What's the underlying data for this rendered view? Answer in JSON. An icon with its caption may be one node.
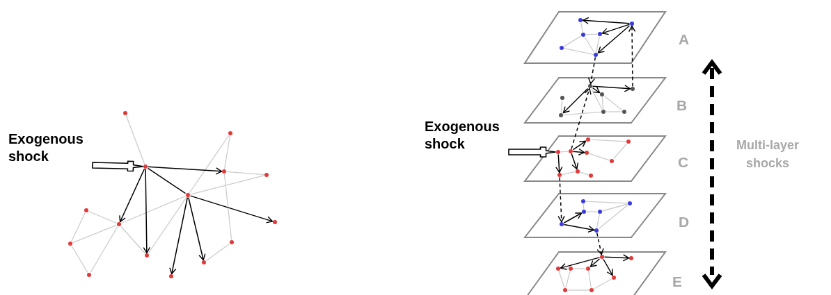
{
  "diagram": {
    "nodes": [
      {
        "text": [
          "Exogenous shock"
        ]
      },
      {
        "text": [],
        "shape": "circle"
      },
      {
        "text": [],
        "shape": "circle"
      },
      {
        "text": [],
        "shape": "circle"
      },
      {
        "text": [],
        "shape": "circle"
      },
      {
        "text": [],
        "shape": "circle"
      },
      {
        "text": [],
        "shape": "circle"
      },
      {
        "text": [],
        "shape": "circle"
      },
      {
        "text": [],
        "shape": "circle"
      },
      {
        "text": [],
        "shape": "circle"
      },
      {
        "text": [],
        "shape": "circle"
      },
      {
        "text": [],
        "shape": "circle"
      },
      {
        "text": [],
        "shape": "circle"
      },
      {
        "text": [],
        "shape": "circle"
      },
      {
        "text": [],
        "shape": "circle"
      },
      {
        "text": [],
        "shape": "circle"
      },
      {
        "text": [],
        "shape": "parallelogram",
        "beside": [
          "A"
        ]
      },
      {
        "text": [],
        "shape": "circle",
        "in": 16
      },
      {
        "text": [],
        "shape": "circle",
        "in": 16
      },
      {
        "text": [],
        "shape": "circle",
        "in": 16
      },
      {
        "text": [],
        "shape": "circle",
        "in": 16
      },
      {
        "text": [],
        "shape": "circle",
        "in": 16
      },
      {
        "text": [],
        "shape": "circle",
        "in": 16
      },
      {
        "text": [],
        "shape": "parallelogram",
        "beside": [
          "B"
        ]
      },
      {
        "text": [],
        "shape": "circle",
        "in": 23
      },
      {
        "text": [],
        "shape": "circle",
        "in": 23
      },
      {
        "text": [],
        "shape": "circle",
        "in": 23
      },
      {
        "text": [],
        "shape": "circle",
        "in": 23
      },
      {
        "text": [],
        "shape": "circle",
        "in": 23
      },
      {
        "text": [],
        "shape": "circle",
        "in": 23
      },
      {
        "text": [],
        "shape": "circle",
        "in": 23
      },
      {
        "text": [
          "Exogenous shock"
        ]
      },
      {
        "text": [],
        "shape": "parallelogram",
        "beside": [
          "C"
        ]
      },
      {
        "text": [],
        "shape": "circle",
        "in": 32
      },
      {
        "text": [],
        "shape": "circle",
        "in": 32
      },
      {
        "text": [],
        "shape": "circle",
        "in": 32
      },
      {
        "text": [],
        "shape": "circle",
        "in": 32
      },
      {
        "text": [],
        "shape": "circle",
        "in": 32
      },
      {
        "text": [],
        "shape": "circle",
        "in": 32
      },
      {
        "text": [],
        "shape": "circle",
        "in": 32
      },
      {
        "text": [],
        "shape": "circle",
        "in": 32
      },
      {
        "text": [],
        "shape": "circle",
        "in": 32
      },
      {
        "text": [],
        "shape": "parallelogram",
        "beside": [
          "D"
        ]
      },
      {
        "text": [],
        "shape": "circle",
        "in": 42
      },
      {
        "text": [],
        "shape": "circle",
        "in": 42
      },
      {
        "text": [],
        "shape": "circle",
        "in": 42
      },
      {
        "text": [],
        "shape": "circle",
        "in": 42
      },
      {
        "text": [],
        "shape": "circle",
        "in": 42
      },
      {
        "text": [],
        "shape": "circle",
        "in": 42
      },
      {
        "text": [],
        "shape": "parallelogram",
        "beside": [
          "E"
        ]
      },
      {
        "text": [],
        "shape": "circle",
        "in": 49
      },
      {
        "text": [],
        "shape": "circle",
        "in": 49
      },
      {
        "text": [],
        "shape": "circle",
        "in": 49
      },
      {
        "text": [],
        "shape": "circle",
        "in": 49
      },
      {
        "text": [],
        "shape": "circle",
        "in": 49
      },
      {
        "text": [],
        "shape": "circle",
        "in": 49
      },
      {
        "text": [],
        "shape": "circle",
        "in": 49
      },
      {
        "text": [],
        "shape": "circle",
        "in": 49
      }
    ],
    "edges": [
      {
        "from": 0,
        "to": 3,
        "arrow": "to",
        "style": "thick",
        "color": "#000000"
      },
      {
        "from": 1,
        "to": 3,
        "arrow": "none"
      },
      {
        "from": 2,
        "to": 4,
        "arrow": "none"
      },
      {
        "from": 2,
        "to": 6,
        "arrow": "none"
      },
      {
        "from": 4,
        "to": 5,
        "arrow": "none"
      },
      {
        "from": 4,
        "to": 11,
        "arrow": "none"
      },
      {
        "from": 5,
        "to": 6,
        "arrow": "none"
      },
      {
        "from": 8,
        "to": 6,
        "arrow": "none"
      },
      {
        "from": 7,
        "to": 8,
        "arrow": "none"
      },
      {
        "from": 7,
        "to": 10,
        "arrow": "none"
      },
      {
        "from": 10,
        "to": 8,
        "arrow": "none"
      },
      {
        "from": 10,
        "to": 15,
        "arrow": "none"
      },
      {
        "from": 15,
        "to": 8,
        "arrow": "none"
      },
      {
        "from": 8,
        "to": 12,
        "arrow": "none"
      },
      {
        "from": 12,
        "to": 6,
        "arrow": "none"
      },
      {
        "from": 11,
        "to": 13,
        "arrow": "none"
      },
      {
        "from": 3,
        "to": 4,
        "arrow": "to",
        "color": "#000000"
      },
      {
        "from": 3,
        "to": 8,
        "arrow": "to",
        "color": "#000000"
      },
      {
        "from": 3,
        "to": 12,
        "arrow": "to",
        "color": "#000000"
      },
      {
        "from": 3,
        "to": 6,
        "arrow": "none",
        "color": "#000000"
      },
      {
        "from": 6,
        "to": 9,
        "arrow": "to",
        "color": "#000000"
      },
      {
        "from": 6,
        "to": 14,
        "arrow": "to",
        "color": "#000000"
      },
      {
        "from": 6,
        "to": 13,
        "arrow": "to",
        "color": "#000000"
      },
      {
        "from": 31,
        "to": 33,
        "arrow": "to",
        "style": "thick",
        "color": "#000000"
      },
      {
        "from": 17,
        "to": 19,
        "arrow": "none"
      },
      {
        "from": 19,
        "to": 20,
        "arrow": "none"
      },
      {
        "from": 19,
        "to": 21,
        "arrow": "none"
      },
      {
        "from": 21,
        "to": 22,
        "arrow": "none"
      },
      {
        "from": 19,
        "to": 22,
        "arrow": "none"
      },
      {
        "from": 20,
        "to": 22,
        "arrow": "none"
      },
      {
        "from": 18,
        "to": 17,
        "arrow": "to",
        "color": "#000000"
      },
      {
        "from": 18,
        "to": 20,
        "arrow": "to",
        "color": "#000000"
      },
      {
        "from": 18,
        "to": 22,
        "arrow": "to",
        "color": "#000000"
      },
      {
        "from": 25,
        "to": 18,
        "arrow": "to",
        "style": "dashed",
        "color": "#000000"
      },
      {
        "from": 22,
        "to": 24,
        "arrow": "to",
        "style": "dashed",
        "color": "#000000"
      },
      {
        "from": 26,
        "to": 28,
        "arrow": "none"
      },
      {
        "from": 28,
        "to": 29,
        "arrow": "none"
      },
      {
        "from": 29,
        "to": 30,
        "arrow": "none"
      },
      {
        "from": 27,
        "to": 29,
        "arrow": "none"
      },
      {
        "from": 24,
        "to": 29,
        "arrow": "none"
      },
      {
        "from": 27,
        "to": 30,
        "arrow": "none"
      },
      {
        "from": 24,
        "to": 25,
        "arrow": "to",
        "color": "#000000"
      },
      {
        "from": 24,
        "to": 28,
        "arrow": "to",
        "color": "#000000"
      },
      {
        "from": 24,
        "to": 27,
        "arrow": "to",
        "color": "#000000"
      },
      {
        "from": 34,
        "to": 24,
        "arrow": "to",
        "style": "dashed",
        "color": "#000000"
      },
      {
        "from": 35,
        "to": 37,
        "arrow": "none"
      },
      {
        "from": 37,
        "to": 38,
        "arrow": "none"
      },
      {
        "from": 36,
        "to": 38,
        "arrow": "none"
      },
      {
        "from": 39,
        "to": 40,
        "arrow": "none"
      },
      {
        "from": 40,
        "to": 41,
        "arrow": "none"
      },
      {
        "from": 33,
        "to": 34,
        "arrow": "none"
      },
      {
        "from": 34,
        "to": 35,
        "arrow": "to",
        "color": "#000000"
      },
      {
        "from": 34,
        "to": 36,
        "arrow": "to",
        "color": "#000000"
      },
      {
        "from": 34,
        "to": 40,
        "arrow": "to",
        "color": "#000000"
      },
      {
        "from": 33,
        "to": 39,
        "arrow": "to",
        "color": "#000000"
      },
      {
        "from": 39,
        "to": 43,
        "arrow": "to",
        "style": "dashed",
        "color": "#000000"
      },
      {
        "from": 44,
        "to": 45,
        "arrow": "none"
      },
      {
        "from": 44,
        "to": 47,
        "arrow": "none"
      },
      {
        "from": 45,
        "to": 46,
        "arrow": "none"
      },
      {
        "from": 46,
        "to": 47,
        "arrow": "none"
      },
      {
        "from": 47,
        "to": 48,
        "arrow": "none"
      },
      {
        "from": 46,
        "to": 48,
        "arrow": "none"
      },
      {
        "from": 43,
        "to": 45,
        "arrow": "to",
        "color": "#000000"
      },
      {
        "from": 43,
        "to": 48,
        "arrow": "to",
        "color": "#000000"
      },
      {
        "from": 48,
        "to": 50,
        "arrow": "to",
        "style": "dashed",
        "color": "#000000"
      },
      {
        "from": 51,
        "to": 52,
        "arrow": "none"
      },
      {
        "from": 52,
        "to": 56,
        "arrow": "none"
      },
      {
        "from": 51,
        "to": 56,
        "arrow": "none"
      },
      {
        "from": 53,
        "to": 57,
        "arrow": "none"
      },
      {
        "from": 56,
        "to": 57,
        "arrow": "none"
      },
      {
        "from": 55,
        "to": 57,
        "arrow": "none"
      },
      {
        "from": 52,
        "to": 53,
        "arrow": "none"
      },
      {
        "from": 50,
        "to": 51,
        "arrow": "to",
        "color": "#000000"
      },
      {
        "from": 50,
        "to": 53,
        "arrow": "to",
        "color": "#000000"
      },
      {
        "from": 50,
        "to": 54,
        "arrow": "to",
        "color": "#000000"
      },
      {
        "from": 50,
        "to": 55,
        "arrow": "to",
        "color": "#000000"
      }
    ],
    "labels": [
      "Multi-layer shocks"
    ]
  }
}
